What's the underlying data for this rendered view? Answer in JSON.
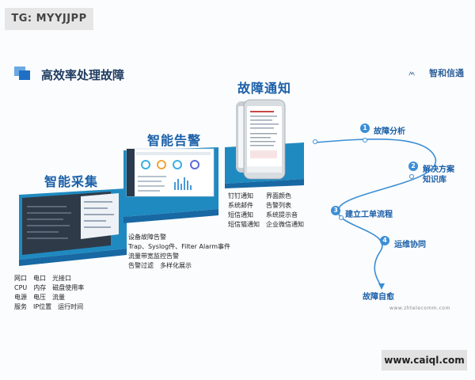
{
  "watermark_top": "TG: MYYJJPP",
  "watermark_bottom": "www.caiql.com",
  "header": {
    "title": "高效率处理故障",
    "logo_text": "智和信通"
  },
  "stages": {
    "collect": {
      "title": "智能采集",
      "lines": [
        "网口　电口　光接口",
        "CPU　内存　磁盘使用率",
        "电源　电压　流量",
        "服务　IP位置　运行时间"
      ]
    },
    "alert": {
      "title": "智能告警",
      "lines": [
        "设备故障告警",
        "Trap、Syslog件、Filter Alarm事件",
        "流量带宽监控告警",
        "告警过滤　多样化展示"
      ]
    },
    "notify": {
      "title": "故障通知",
      "lines": [
        "钉钉通知　　界面颜色",
        "系统邮件　　告警列表",
        "短信通知　　系统提示音",
        "短信猫通知　企业微信通知"
      ]
    }
  },
  "flow": {
    "steps": [
      {
        "num": "1",
        "label": "故障分析"
      },
      {
        "num": "2",
        "label": "解决方案",
        "label2": "知识库"
      },
      {
        "num": "3",
        "label": "建立工单流程"
      },
      {
        "num": "4",
        "label": "运维协同"
      }
    ],
    "end_label": "故障自愈",
    "url": "www.zhtelecomm.com"
  },
  "colors": {
    "accent": "#1a5fa8",
    "platform_top": "#1f8ac0",
    "platform_side": "#1768a3",
    "flow_line": "#3b8ed6"
  }
}
